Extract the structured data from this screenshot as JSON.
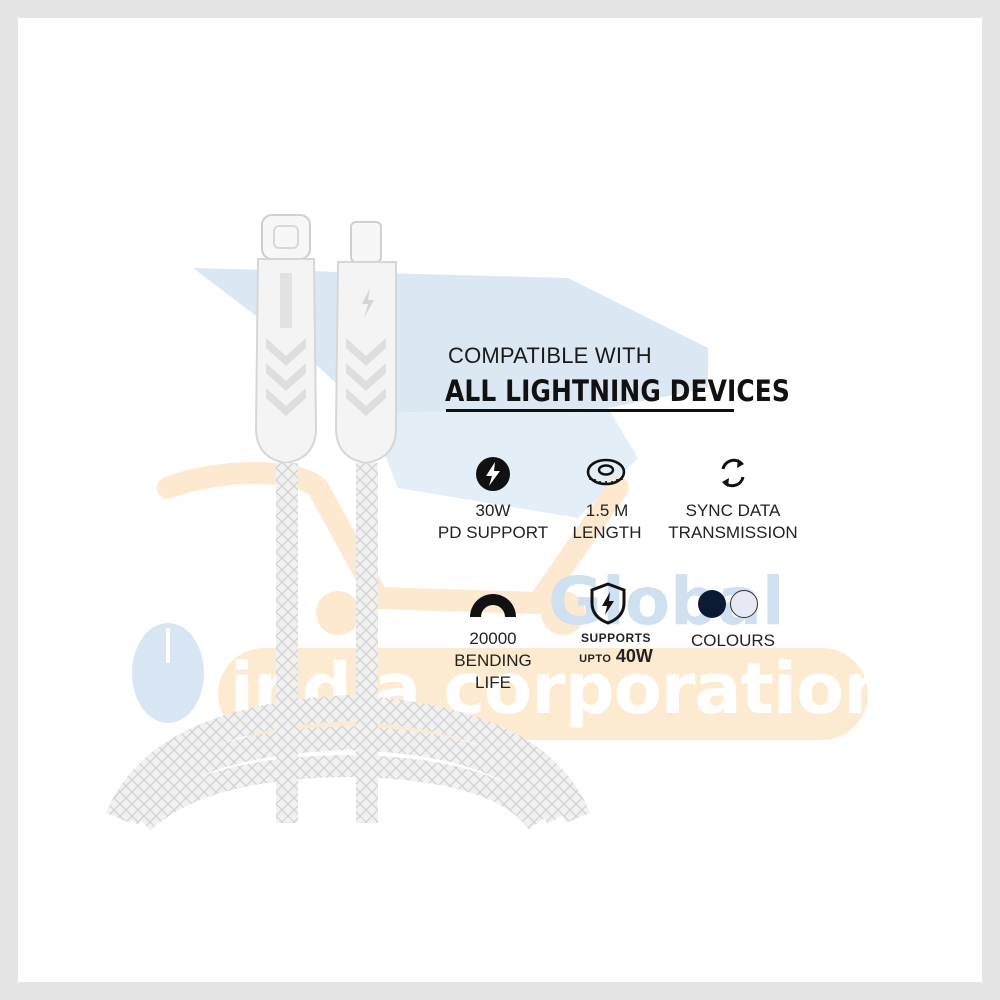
{
  "watermark": {
    "word1": "Global",
    "word2": "india corporation"
  },
  "headline": {
    "line1": "COMPATIBLE WITH",
    "line2": "ALL LIGHTNING DEVICES"
  },
  "features": {
    "power": {
      "icon": "lightning-bolt-icon",
      "line1": "30W",
      "line2": "PD SUPPORT"
    },
    "length": {
      "icon": "measuring-tape-icon",
      "line1": "1.5 M",
      "line2": "LENGTH"
    },
    "sync": {
      "icon": "sync-arrows-icon",
      "line1": "SYNC DATA",
      "line2": "TRANSMISSION"
    },
    "bending": {
      "icon": "bending-arc-icon",
      "line1": "20000",
      "line2": "BENDING",
      "line3": "LIFE"
    },
    "supports": {
      "icon": "shield-bolt-icon",
      "line1": "SUPPORTS",
      "line2a": "UPTO",
      "line2b": "40W"
    },
    "colours": {
      "icon": "colour-dots-icon",
      "line1": "COLOURS",
      "swatches": [
        "#0d1a33",
        "#e8e8f4"
      ]
    }
  },
  "colors": {
    "text": "#222222",
    "watermark_blue": "#cfe0f0",
    "watermark_orange": "#fbe6c6"
  }
}
